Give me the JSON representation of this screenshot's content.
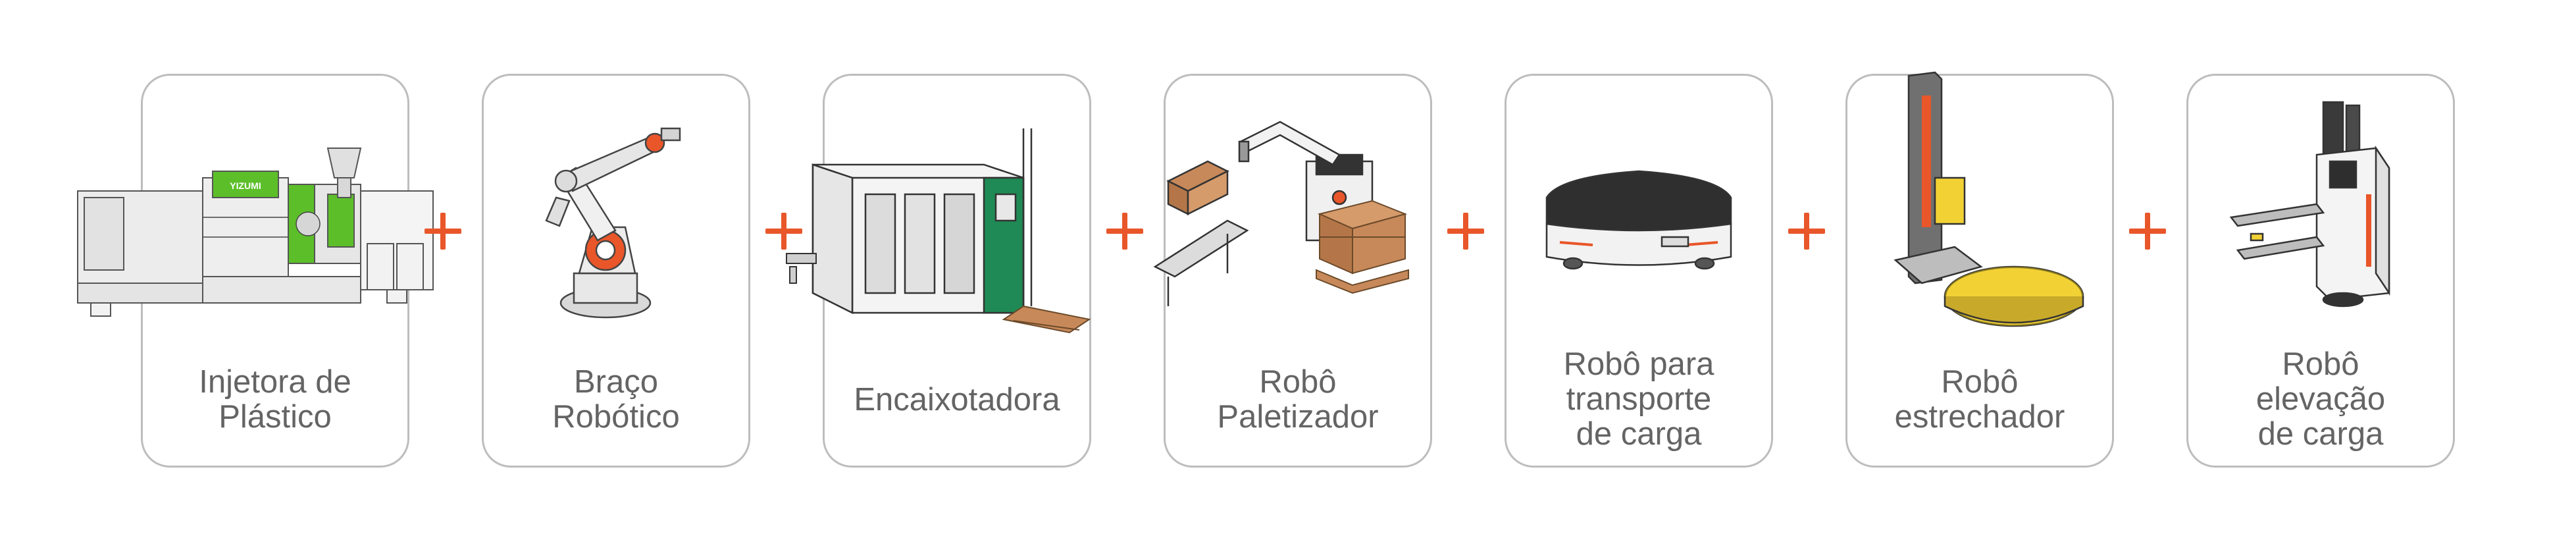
{
  "colors": {
    "accent": "#e8562a",
    "card_border": "#bdbdbd",
    "label_text": "#646464",
    "machine_green": "#5cbf2a",
    "enclosure_green": "#1f8a55",
    "box_brown": "#c8895a",
    "yellow": "#f2d135"
  },
  "icons": {
    "plus": "plus-icon"
  },
  "cards": [
    {
      "id": "injetora",
      "label_lines": [
        "Injetora de",
        "Plástico"
      ],
      "illustration": "injection-molding-machine-icon",
      "machine_text": "YIZUMI"
    },
    {
      "id": "braco",
      "label_lines": [
        "Braço",
        "Robótico"
      ],
      "illustration": "robotic-arm-icon"
    },
    {
      "id": "encaixotadora",
      "label_lines": [
        "Encaixotadora"
      ],
      "illustration": "case-packer-icon"
    },
    {
      "id": "paletizador",
      "label_lines": [
        "Robô",
        "Paletizador"
      ],
      "illustration": "palletizer-robot-icon"
    },
    {
      "id": "transporte",
      "label_lines": [
        "Robô para",
        "transporte",
        "de carga"
      ],
      "illustration": "agv-robot-icon"
    },
    {
      "id": "estrechador",
      "label_lines": [
        "Robô",
        "estrechador"
      ],
      "illustration": "stretch-wrapper-icon"
    },
    {
      "id": "elevacao",
      "label_lines": [
        "Robô",
        "elevação",
        "de carga"
      ],
      "illustration": "forklift-robot-icon"
    }
  ]
}
